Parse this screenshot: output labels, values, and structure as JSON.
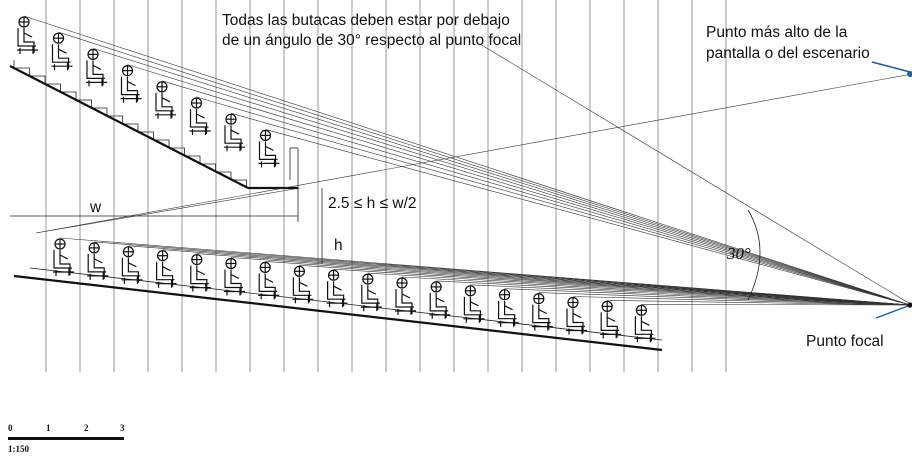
{
  "annotations": {
    "rule_line1": "Todas las butacas deben estar por debajo",
    "rule_line2": "de un ángulo de 30° respecto al punto focal",
    "top_point_line1": "Punto más alto de la",
    "top_point_line2": "pantalla o del escenario",
    "focal_point": "Punto focal",
    "angle": "30°",
    "width_label": "w",
    "height_label": "h",
    "formula": "2.5 ≤ h ≤ w/2"
  },
  "scale_bar": {
    "ticks": [
      "0",
      "1",
      "2",
      "3"
    ],
    "ratio": "1:150"
  },
  "colors": {
    "focal_marker": "#1f5fa8",
    "line": "#111111",
    "grid": "#9a9a9a"
  },
  "upper_tier_seat_count": 8,
  "lower_tier_seat_count": 18,
  "icons": [
    "person-seated-icon"
  ]
}
